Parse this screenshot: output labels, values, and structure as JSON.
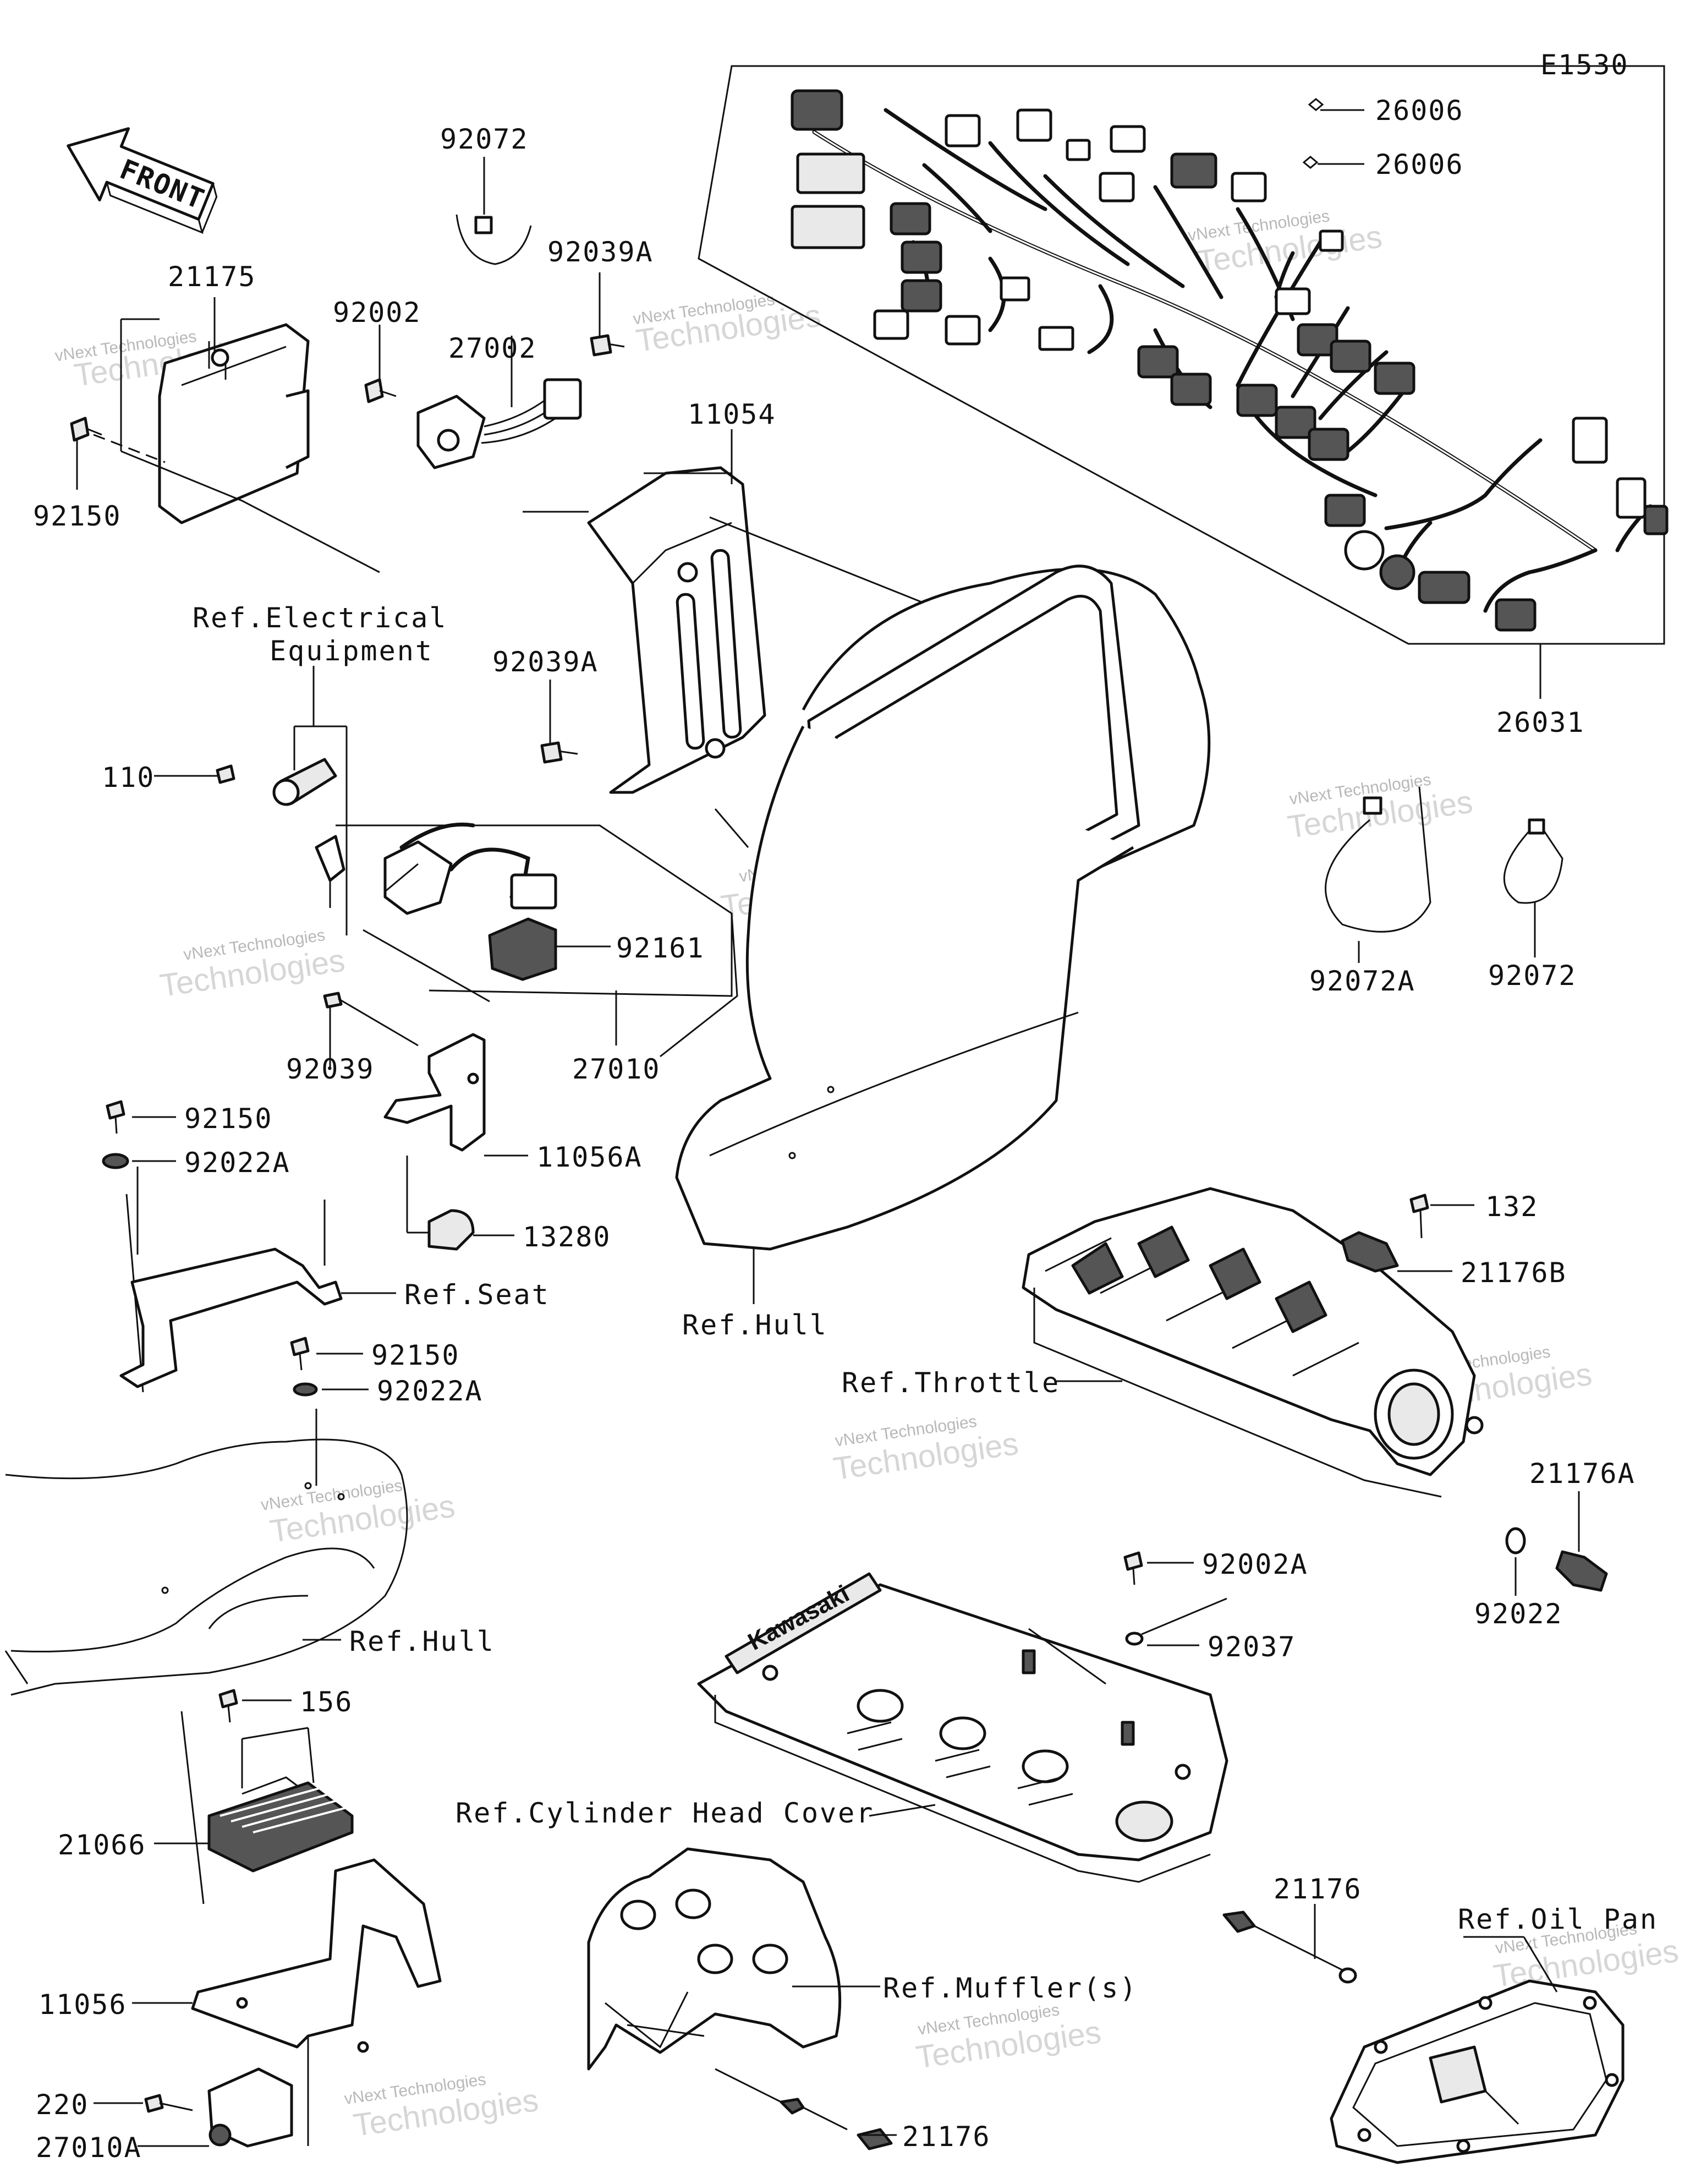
{
  "diagram_code": "E1530",
  "front_label": "FRONT",
  "watermark": {
    "line1": "vNext Technologies",
    "line2": "Technologies"
  },
  "parts": {
    "p21175": "21175",
    "p92150_a": "92150",
    "p92072_top": "92072",
    "p92039A_top": "92039A",
    "p92002": "92002",
    "p27002": "27002",
    "p11054": "11054",
    "p26006_a": "26006",
    "p26006_b": "26006",
    "p26031": "26031",
    "p110": "110",
    "p92039A_mid": "92039A",
    "p92161": "92161",
    "p92039": "92039",
    "p27010": "27010",
    "p11056A": "11056A",
    "p13280": "13280",
    "p92150_b": "92150",
    "p92022A_a": "92022A",
    "p92150_c": "92150",
    "p92022A_b": "92022A",
    "p92072A": "92072A",
    "p92072_right": "92072",
    "p132": "132",
    "p21176B": "21176B",
    "p21176A": "21176A",
    "p92022": "92022",
    "p92002A": "92002A",
    "p92037": "92037",
    "p156": "156",
    "p21066": "21066",
    "p11056": "11056",
    "p220": "220",
    "p27010A": "27010A",
    "p21176_a": "21176",
    "p21176_b": "21176"
  },
  "refs": {
    "electrical_line1": "Ref.Electrical",
    "electrical_line2": "Equipment",
    "seat": "Ref.Seat",
    "hull_top": "Ref.Hull",
    "hull_bottom": "Ref.Hull",
    "throttle": "Ref.Throttle",
    "cylinder_head_cover": "Ref.Cylinder Head Cover",
    "mufflers": "Ref.Muffler(s)",
    "oil_pan": "Ref.Oil Pan"
  },
  "cover_brand": "Kawasaki"
}
